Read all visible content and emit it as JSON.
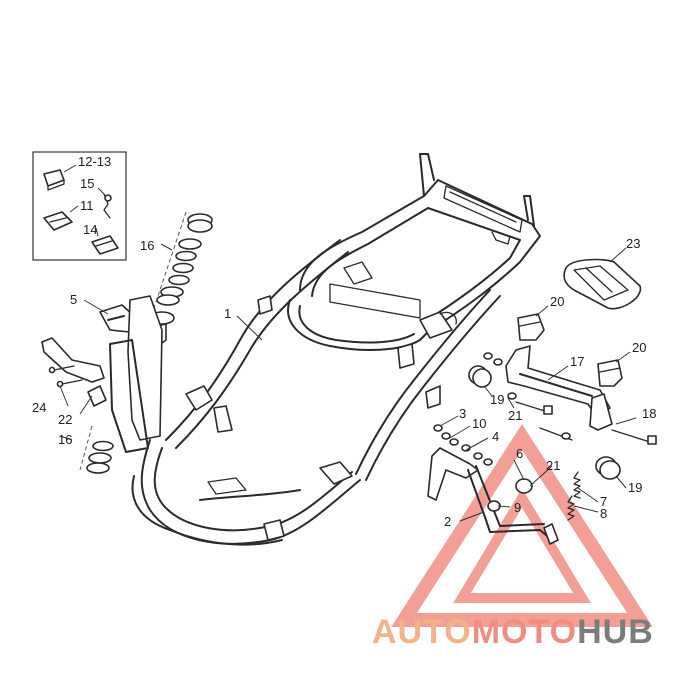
{
  "diagram": {
    "callouts": [
      {
        "id": "c1",
        "label": "1"
      },
      {
        "id": "c2",
        "label": "2"
      },
      {
        "id": "c3",
        "label": "3"
      },
      {
        "id": "c4",
        "label": "4"
      },
      {
        "id": "c5",
        "label": "5"
      },
      {
        "id": "c6",
        "label": "6"
      },
      {
        "id": "c7",
        "label": "7"
      },
      {
        "id": "c8",
        "label": "8"
      },
      {
        "id": "c9",
        "label": "9"
      },
      {
        "id": "c10",
        "label": "10"
      },
      {
        "id": "c11",
        "label": "11"
      },
      {
        "id": "c12",
        "label": "12-13"
      },
      {
        "id": "c14",
        "label": "14"
      },
      {
        "id": "c15",
        "label": "15"
      },
      {
        "id": "c16a",
        "label": "16"
      },
      {
        "id": "c16b",
        "label": "16"
      },
      {
        "id": "c17",
        "label": "17"
      },
      {
        "id": "c18",
        "label": "18"
      },
      {
        "id": "c19a",
        "label": "19"
      },
      {
        "id": "c19b",
        "label": "19"
      },
      {
        "id": "c20a",
        "label": "20"
      },
      {
        "id": "c20b",
        "label": "20"
      },
      {
        "id": "c21a",
        "label": "21"
      },
      {
        "id": "c21b",
        "label": "21"
      },
      {
        "id": "c22",
        "label": "22"
      },
      {
        "id": "c23",
        "label": "23"
      },
      {
        "id": "c24",
        "label": "24"
      }
    ]
  },
  "watermark": {
    "logo_part1": "AUTO",
    "logo_part2": "MOTO",
    "logo_part3": "HUB",
    "colors": {
      "triangle": "#ef7f74",
      "auto": "#f3b28a",
      "moto": "#ef8d84",
      "hub": "#7c7c7c"
    }
  }
}
